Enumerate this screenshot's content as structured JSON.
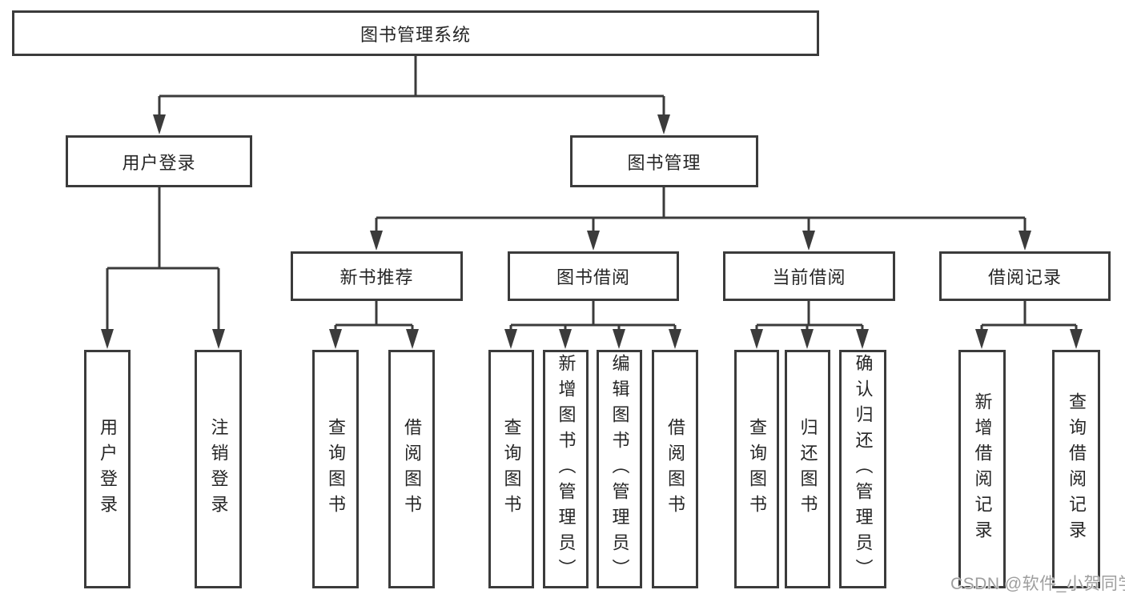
{
  "tree": {
    "root": {
      "label": "图书管理系统"
    },
    "level2": [
      {
        "label": "用户登录"
      },
      {
        "label": "图书管理"
      }
    ],
    "level3": [
      {
        "label": "新书推荐"
      },
      {
        "label": "图书借阅"
      },
      {
        "label": "当前借阅"
      },
      {
        "label": "借阅记录"
      }
    ],
    "leaves": {
      "user_login": [
        {
          "label": "用户登录"
        },
        {
          "label": "注销登录"
        }
      ],
      "new_book_rec": [
        {
          "label": "查询图书"
        },
        {
          "label": "借阅图书"
        }
      ],
      "book_borrow": [
        {
          "label": "查询图书"
        },
        {
          "label": "新增图书（管理员）"
        },
        {
          "label": "编辑图书（管理员）"
        },
        {
          "label": "借阅图书"
        }
      ],
      "current_borrow": [
        {
          "label": "查询图书"
        },
        {
          "label": "归还图书"
        },
        {
          "label": "确认归还（管理员）"
        }
      ],
      "borrow_records": [
        {
          "label": "新增借阅记录"
        },
        {
          "label": "查询借阅记录"
        }
      ]
    }
  },
  "watermark": {
    "text": "CSDN @软件_小贺同学"
  },
  "colors": {
    "line": "#3b3b3b",
    "text": "#262626",
    "watermark": "#9e9e9e",
    "background": "#ffffff"
  }
}
